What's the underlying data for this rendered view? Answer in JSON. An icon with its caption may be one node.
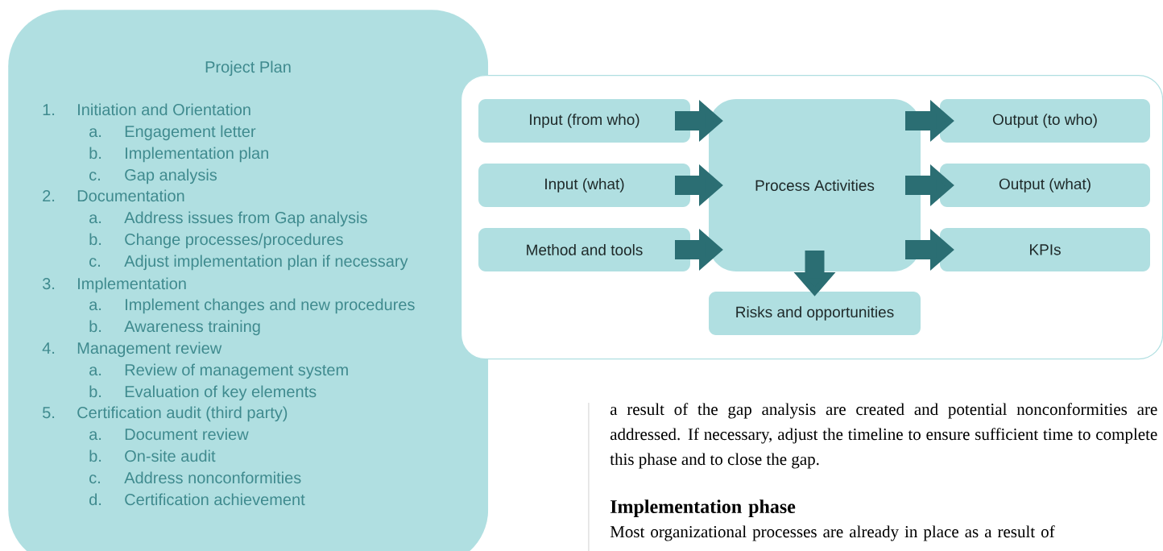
{
  "diagram": {
    "nodes": [
      {
        "text": [
          "Project Plan",
          "1.",
          "Initiation and Orientation",
          "a.",
          "Engagement letter",
          "b.",
          "Implementation plan",
          "c.",
          "Gap analysis",
          "2.",
          "Documentation",
          "a.",
          "Address issues from Gap analysis",
          "b.",
          "Change processes/procedures",
          "c.",
          "Adjust implementation plan if necessary",
          "3.",
          "Implementation",
          "a.",
          "Implement changes and new procedures",
          "b.",
          "Awareness training",
          "4.",
          "Management review",
          "a.",
          "Review of management system",
          "b.",
          "Evaluation of key elements",
          "5.",
          "Certification audit (third party)",
          "a.",
          "Document review",
          "b.",
          "On-site audit",
          "c.",
          "Address nonconformities",
          "d.",
          "Certification achievement"
        ]
      },
      {
        "text": [],
        "shape": "box"
      },
      {
        "text": [
          "Input (from who)"
        ],
        "in": 1
      },
      {
        "text": [
          "Input (what)"
        ],
        "in": 1
      },
      {
        "text": [
          "Method and tools"
        ],
        "in": 1
      },
      {
        "text": [
          "Process Activities"
        ],
        "in": 1
      },
      {
        "text": [
          "Output (to who)"
        ],
        "in": 1
      },
      {
        "text": [
          "Output (what)"
        ],
        "in": 1
      },
      {
        "text": [
          "KPIs"
        ],
        "in": 1
      },
      {
        "text": [
          "Risks and opportunities"
        ],
        "in": 1
      }
    ],
    "edges": [
      {
        "from": 2,
        "to": 5,
        "arrow": "to"
      },
      {
        "from": 3,
        "to": 5,
        "arrow": "to"
      },
      {
        "from": 4,
        "to": 5,
        "arrow": "to"
      },
      {
        "from": 5,
        "to": 6,
        "arrow": "to"
      },
      {
        "from": 5,
        "to": 7,
        "arrow": "to"
      },
      {
        "from": 5,
        "to": 8,
        "arrow": "to"
      },
      {
        "from": 5,
        "to": 9,
        "arrow": "to"
      }
    ],
    "labels": [
      "a result of the gap analysis are created and potential nonconformities are addressed. If necessary, adjust the timeline to ensure sufficient time to complete this phase and to close the gap.",
      "Implementation phase",
      "Most organizational processes are already in place as a result of"
    ]
  }
}
